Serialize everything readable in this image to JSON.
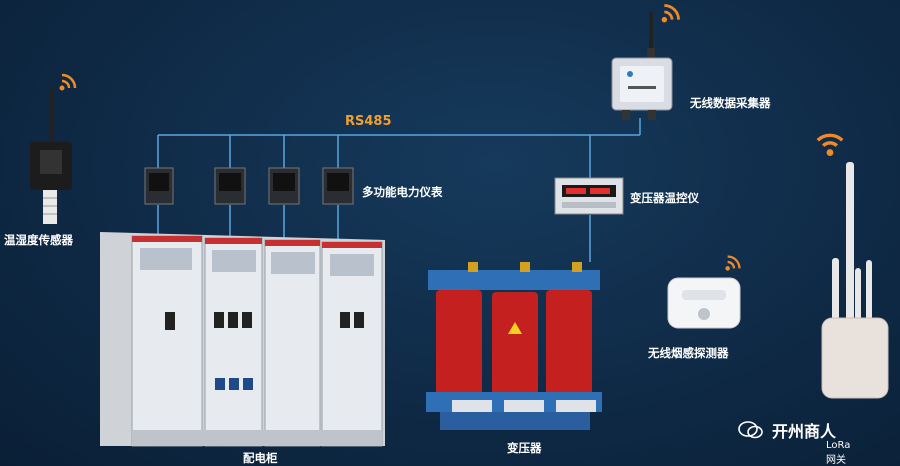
{
  "labels": {
    "rs485": "RS485",
    "collector": "无线数据采集器",
    "meter": "多功能电力仪表",
    "temp_controller": "变压器温控仪",
    "humidity_sensor": "温湿度传感器",
    "smoke_detector": "无线烟感探测器",
    "switchgear": "配电柜",
    "transformer": "变压器"
  },
  "watermark": {
    "main": "开州商人",
    "sub": "LoRa网关"
  },
  "colors": {
    "background": "#0f2a46",
    "bus_line": "#5aa6e0",
    "wifi": "#f08a24",
    "rs485": "#f0a030",
    "transformer": "#c42020"
  }
}
